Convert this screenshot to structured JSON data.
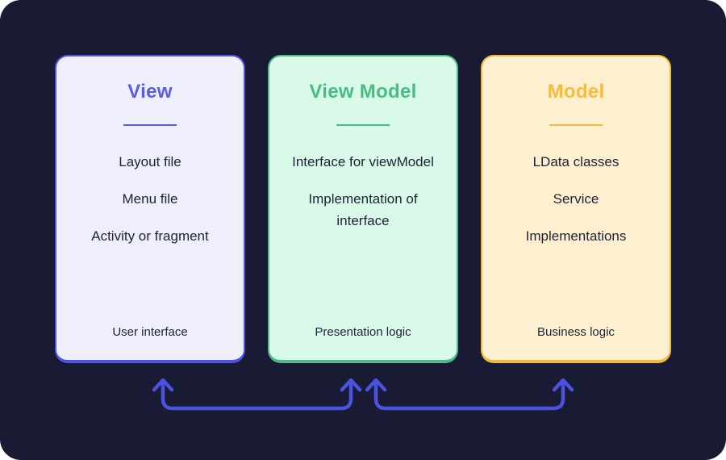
{
  "page": {
    "background": "#191a33",
    "arrow_color": "#4c52e0",
    "text_color": "#1f2336"
  },
  "cards": [
    {
      "title": "View",
      "items": [
        "Layout file",
        "Menu file",
        "Activity or fragment"
      ],
      "footer": "User interface",
      "accent": "#5a5be9",
      "border": "#5053e6",
      "bg": "#efeefb"
    },
    {
      "title": "View Model",
      "items": [
        "Interface for viewModel",
        "Implementation of interface"
      ],
      "footer": "Presentation logic",
      "accent": "#45bd84",
      "border": "#4fb887",
      "bg": "#d9fae8"
    },
    {
      "title": "Model",
      "items": [
        "LData classes",
        "Service",
        "Implementations"
      ],
      "footer": "Business logic",
      "accent": "#fbba3e",
      "border": "#f2b83f",
      "bg": "#fdf0d1"
    }
  ]
}
